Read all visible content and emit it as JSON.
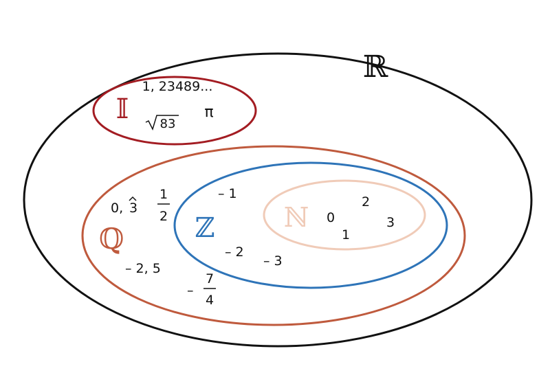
{
  "sets": {
    "reals": {
      "symbol": "ℝ",
      "color": "#111111"
    },
    "irrationals": {
      "symbol": "𝕀",
      "color": "#a31c22",
      "members": {
        "decimal": "1, 23489...",
        "root": "83",
        "pi": "π"
      }
    },
    "rationals": {
      "symbol": "ℚ",
      "color": "#bf5a3d",
      "members": {
        "repeating_whole": "0,",
        "repeating_digit": "3",
        "half_num": "1",
        "half_den": "2",
        "neg_decimal": "– 2, 5",
        "neg_frac_sign": "–",
        "neg_frac_num": "7",
        "neg_frac_den": "4"
      }
    },
    "integers": {
      "symbol": "ℤ",
      "color": "#2e74b8",
      "members": {
        "neg_one": "– 1",
        "neg_two": "– 2",
        "neg_three": "– 3"
      }
    },
    "naturals": {
      "symbol": "ℕ",
      "color": "#f0cbb8",
      "members": {
        "zero": "0",
        "one": "1",
        "two": "2",
        "three": "3"
      }
    }
  }
}
